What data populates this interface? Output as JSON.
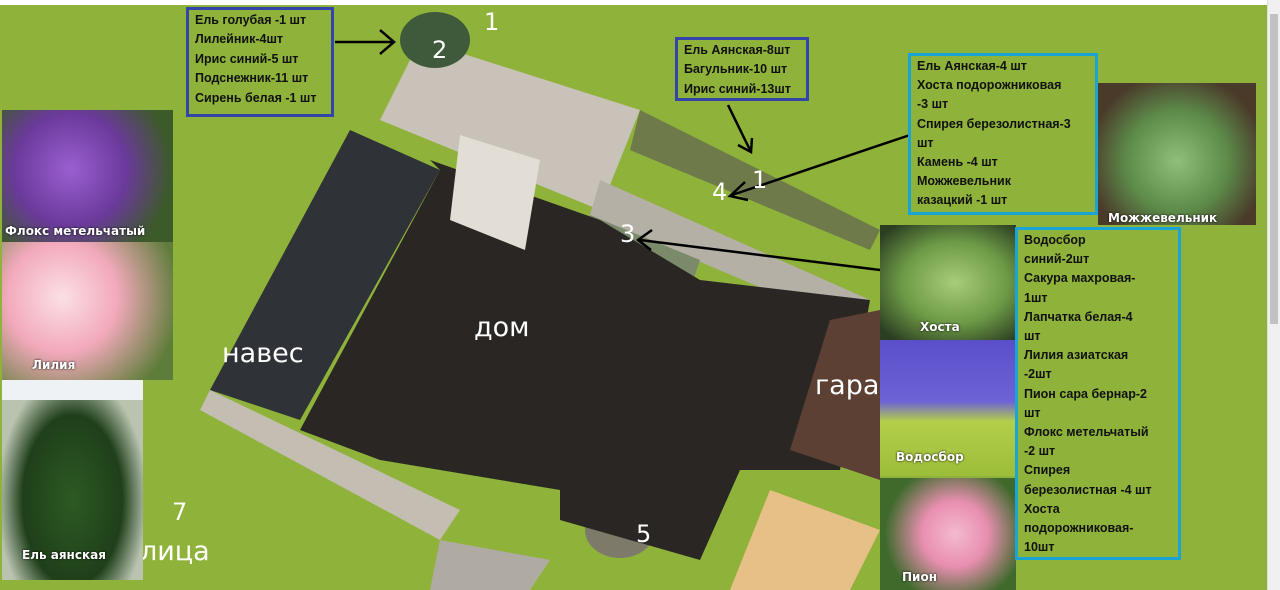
{
  "lists": {
    "bed2": [
      "Ель голубая -1 шт",
      "Лилейник-4шт",
      "Ирис синий-5 шт",
      "Подснежник-11 шт",
      "Сирень белая -1 шт"
    ],
    "bed1": [
      "Ель Аянская-8шт",
      "Багульник-10 шт",
      "Ирис синий-13шт"
    ],
    "bed4": [
      "Ель Аянская-4 шт",
      "Хоста подорожниковая",
      "-3 шт",
      "Спирея березолистная-3",
      "шт",
      "Камень -4 шт",
      "Можжевельник",
      "казацкий -1 шт"
    ],
    "bed3": [
      "Водосбор",
      "синий-2шт",
      "Сакура махровая-",
      "1шт",
      "Лапчатка белая-4",
      "шт",
      "Лилия азиатская",
      "-2шт",
      "Пион сара бернар-2",
      "шт",
      "Флокс метельчатый",
      "-2 шт",
      "Спирея",
      "березолистная -4 шт",
      "Хоста",
      "подорожниковая-",
      "10шт"
    ]
  },
  "photos": {
    "phlox": "Флокс метельчатый",
    "lily": "Лилия",
    "spruce": "Ель аянская",
    "juniper": "Можжевельник",
    "hosta": "Хоста",
    "aquilegia": "Водосбор",
    "peony": "Пион"
  },
  "labels": {
    "canopy": "навес",
    "house": "дом",
    "garage": "гара",
    "street": "лица"
  },
  "numbers": {
    "n1a": "1",
    "n2": "2",
    "n3": "3",
    "n4": "4",
    "n1b": "1",
    "n5": "5",
    "n7": "7"
  },
  "colors": {
    "grass": "#8fb23a",
    "roof": "#2a2624",
    "paving": "#c9c2b8",
    "blue_border": "#3344aa",
    "cyan_border": "#1aa4d6"
  }
}
